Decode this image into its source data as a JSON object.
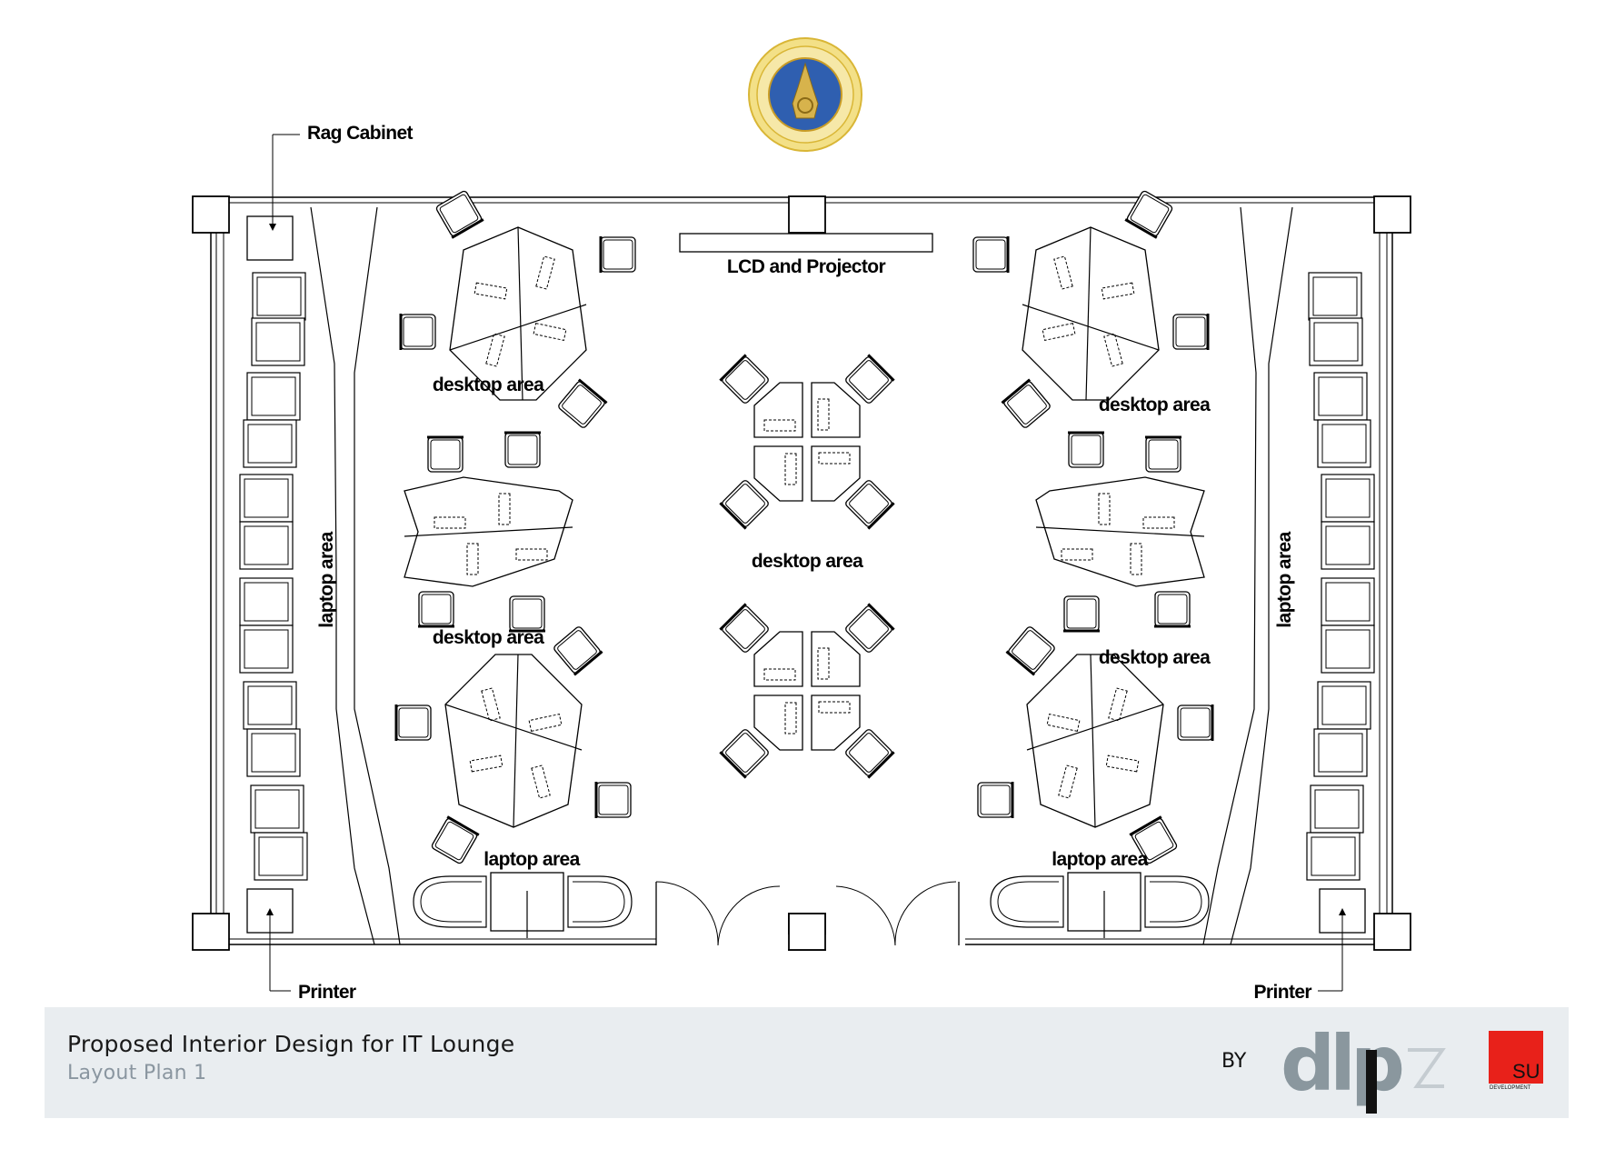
{
  "seal": {
    "icon": "university-seal-icon",
    "ring_color": "#e8c64a",
    "center_color": "#2f5fb0"
  },
  "labels": {
    "rag_cabinet": "Rag Cabinet",
    "lcd_projector": "LCD and Projector",
    "desktop_area": "desktop area",
    "laptop_area": "laptop area",
    "printer": "Printer"
  },
  "footer": {
    "title": "Proposed Interior Design for IT Lounge",
    "subtitle": "Layout Plan 1",
    "by": "BY",
    "logo_text": "dlp",
    "su_logo_text": "SU",
    "su_logo_caption": "DEVELOPMENT",
    "su_color": "#e8211a",
    "dlp_color": "#8a979e",
    "background": "#e9edf0"
  }
}
